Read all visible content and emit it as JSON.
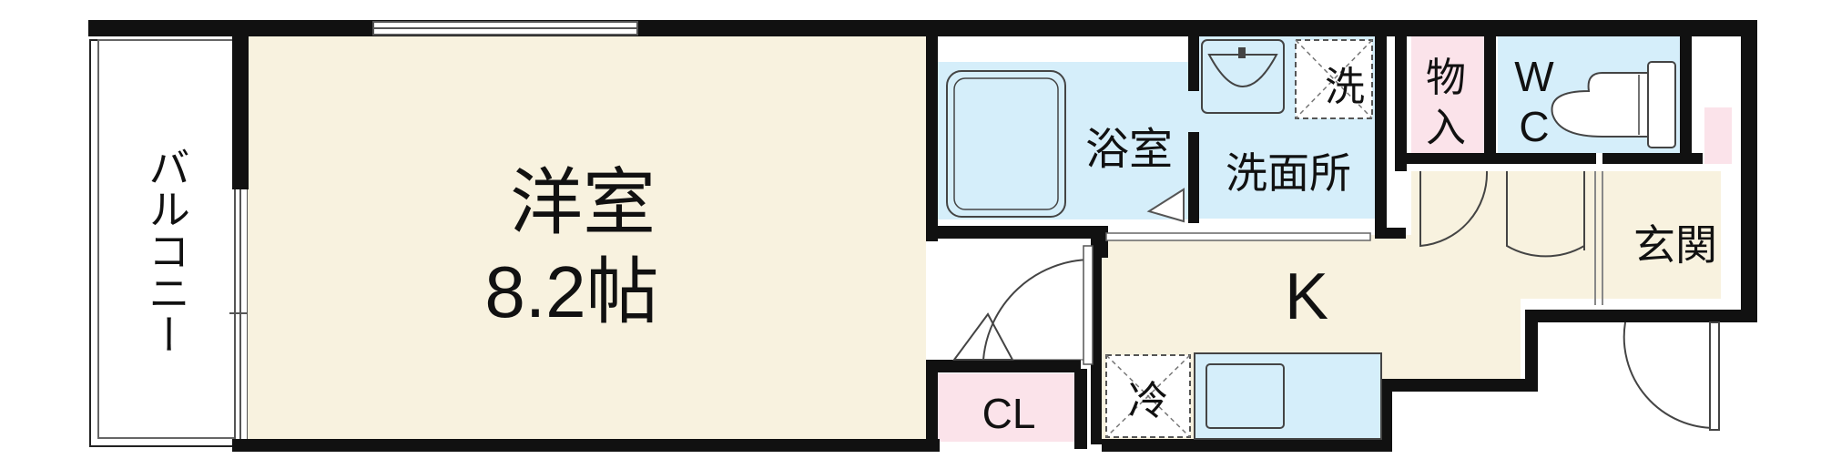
{
  "rooms": {
    "balcony": {
      "label": "バルコニー",
      "color": "#ffffff"
    },
    "western_room": {
      "name": "洋室",
      "size": "8.2帖",
      "color": "#f8f2df"
    },
    "bathroom": {
      "label": "浴室",
      "color": "#d5eefa"
    },
    "washroom": {
      "label": "洗面所",
      "color": "#d5eefa"
    },
    "washer": {
      "label": "洗"
    },
    "storage": {
      "label": "物入",
      "color": "#fbe3ea"
    },
    "toilet": {
      "label_line1": "W",
      "label_line2": "C",
      "color": "#d5eefa"
    },
    "entrance": {
      "label": "玄関",
      "color": "#f8f2df"
    },
    "kitchen": {
      "label": "K",
      "color": "#f8f2df"
    },
    "fridge": {
      "label": "冷"
    },
    "closet": {
      "label": "CL",
      "color": "#fbe3ea"
    }
  },
  "colors": {
    "wall": "#111111",
    "fixture_line": "#555555",
    "sink": "#d5eefa"
  }
}
